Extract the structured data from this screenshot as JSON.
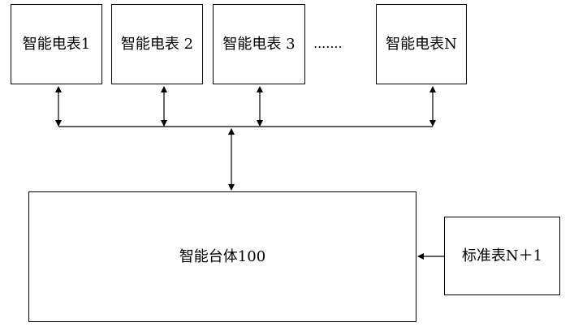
{
  "meters": [
    {
      "label": "智能电表1"
    },
    {
      "label": "智能电表 2"
    },
    {
      "label": "智能电表 3"
    },
    {
      "label": "智能电表N"
    }
  ],
  "ellipsis": ".......",
  "platform": {
    "label": "智能台体100"
  },
  "standard_meter": {
    "label": "标准表N＋1"
  }
}
